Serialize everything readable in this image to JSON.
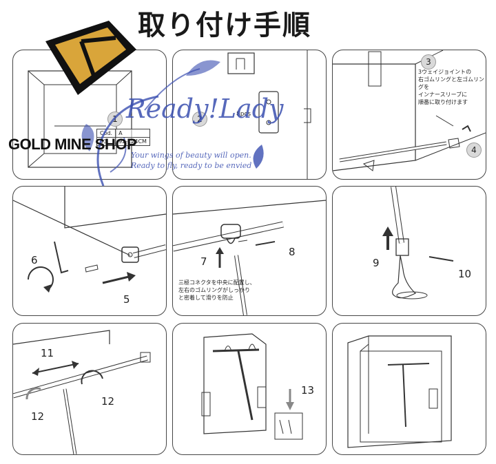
{
  "title": "取り付け手順",
  "watermark": {
    "shop_name": "GOLD MINE SHOP",
    "script_text": "Ready!Lady",
    "line1": "Your wings of beauty will open.",
    "line2": "Ready to fly, ready to be envied"
  },
  "panel1": {
    "step": "1",
    "table": {
      "header": [
        "Cod.",
        "A"
      ],
      "row": [
        "03",
        "92-124CM"
      ]
    }
  },
  "panel2": {
    "step": "2",
    "label": "8pcs"
  },
  "panel3": {
    "steps": [
      "3",
      "4"
    ],
    "note": "3ウェイジョイントの\n右ゴムリングと左ゴムリングを\nインナースリーブに\n順番に取り付けます"
  },
  "panel4": {
    "steps": [
      "6",
      "5"
    ]
  },
  "panel5": {
    "steps": [
      "8",
      "7"
    ],
    "note": "三極コネクタを中央に配置し、\n左右のゴムリングがしっかり\nと密着して滑りを防止"
  },
  "panel6": {
    "steps": [
      "9",
      "10"
    ]
  },
  "panel7": {
    "steps": [
      "11",
      "12",
      "12"
    ]
  },
  "panel8": {
    "steps": [
      "13"
    ]
  },
  "colors": {
    "line": "#333333",
    "watermark": "#3a4fb0",
    "logo": "#d9a53a"
  }
}
